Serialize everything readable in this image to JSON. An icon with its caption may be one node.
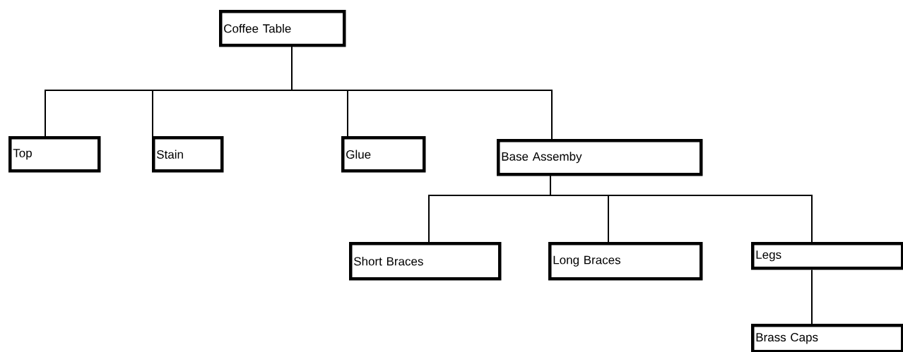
{
  "diagram": {
    "nodes": [
      {
        "text": [
          "Coffee Table"
        ]
      },
      {
        "text": [
          "Top"
        ]
      },
      {
        "text": [
          "Stain"
        ]
      },
      {
        "text": [
          "Glue"
        ]
      },
      {
        "text": [
          "Base Assemby"
        ]
      },
      {
        "text": [
          "Short Braces"
        ]
      },
      {
        "text": [
          "Long Braces"
        ]
      },
      {
        "text": [
          "Legs"
        ]
      },
      {
        "text": [
          "Brass Caps"
        ]
      }
    ],
    "edges": [
      {
        "from": 0,
        "to": 1,
        "arrow": "none"
      },
      {
        "from": 0,
        "to": 2,
        "arrow": "none"
      },
      {
        "from": 0,
        "to": 3,
        "arrow": "none"
      },
      {
        "from": 0,
        "to": 4,
        "arrow": "none"
      },
      {
        "from": 4,
        "to": 5,
        "arrow": "none"
      },
      {
        "from": 4,
        "to": 6,
        "arrow": "none"
      },
      {
        "from": 4,
        "to": 7,
        "arrow": "none"
      },
      {
        "from": 7,
        "to": 8,
        "arrow": "none"
      }
    ]
  }
}
